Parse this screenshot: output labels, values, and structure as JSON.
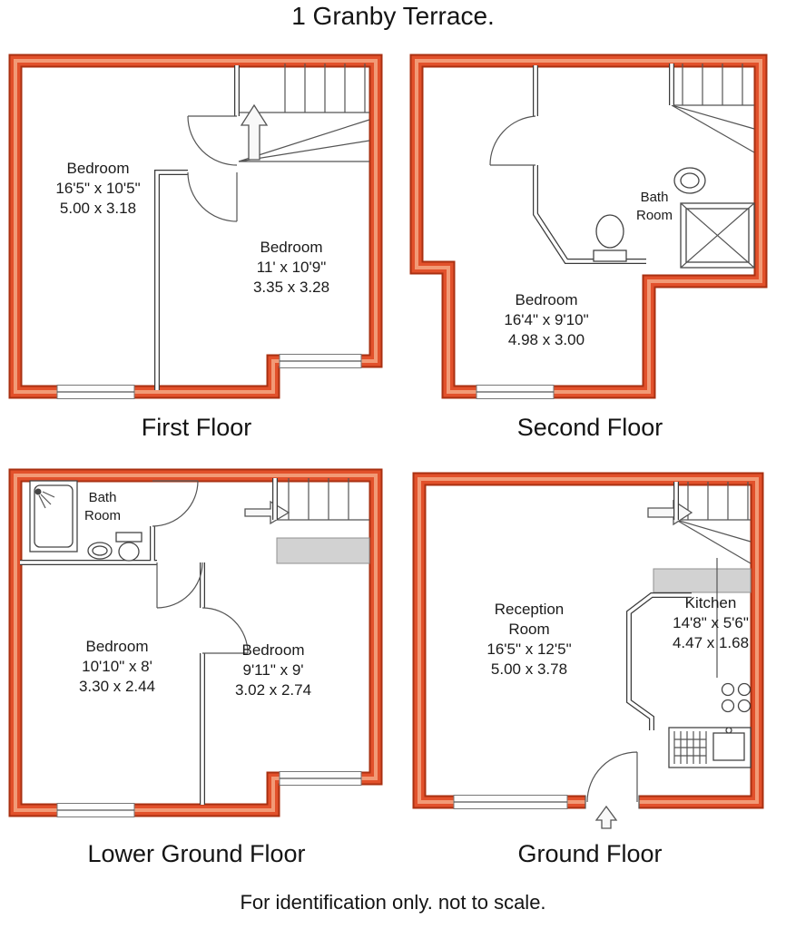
{
  "page": {
    "title": "1 Granby Terrace.",
    "footer": "For identification only. not to scale."
  },
  "colors": {
    "wall_main": "#e2512b",
    "wall_edge": "#a93011",
    "wall_highlight": "#f29a76",
    "detail_line": "#555555"
  },
  "floors": {
    "first": {
      "caption": "First Floor",
      "bedroom1": {
        "name": "Bedroom",
        "imperial": "16'5\" x 10'5\"",
        "metric": "5.00 x 3.18"
      },
      "bedroom2": {
        "name": "Bedroom",
        "imperial": "11' x 10'9\"",
        "metric": "3.35 x 3.28"
      }
    },
    "second": {
      "caption": "Second Floor",
      "bathroom": {
        "line1": "Bath",
        "line2": "Room"
      },
      "bedroom": {
        "name": "Bedroom",
        "imperial": "16'4\" x 9'10\"",
        "metric": "4.98 x 3.00"
      }
    },
    "lower_ground": {
      "caption": "Lower Ground Floor",
      "bathroom": {
        "line1": "Bath",
        "line2": "Room"
      },
      "bedroom1": {
        "name": "Bedroom",
        "imperial": "10'10\" x 8'",
        "metric": "3.30 x 2.44"
      },
      "bedroom2": {
        "name": "Bedroom",
        "imperial": "9'11\" x 9'",
        "metric": "3.02 x 2.74"
      }
    },
    "ground": {
      "caption": "Ground Floor",
      "reception": {
        "line1": "Reception",
        "line2": "Room",
        "imperial": "16'5\" x 12'5\"",
        "metric": "5.00 x 3.78"
      },
      "kitchen": {
        "name": "Kitchen",
        "imperial": "14'8\" x 5'6\"",
        "metric": "4.47 x 1.68"
      }
    }
  }
}
